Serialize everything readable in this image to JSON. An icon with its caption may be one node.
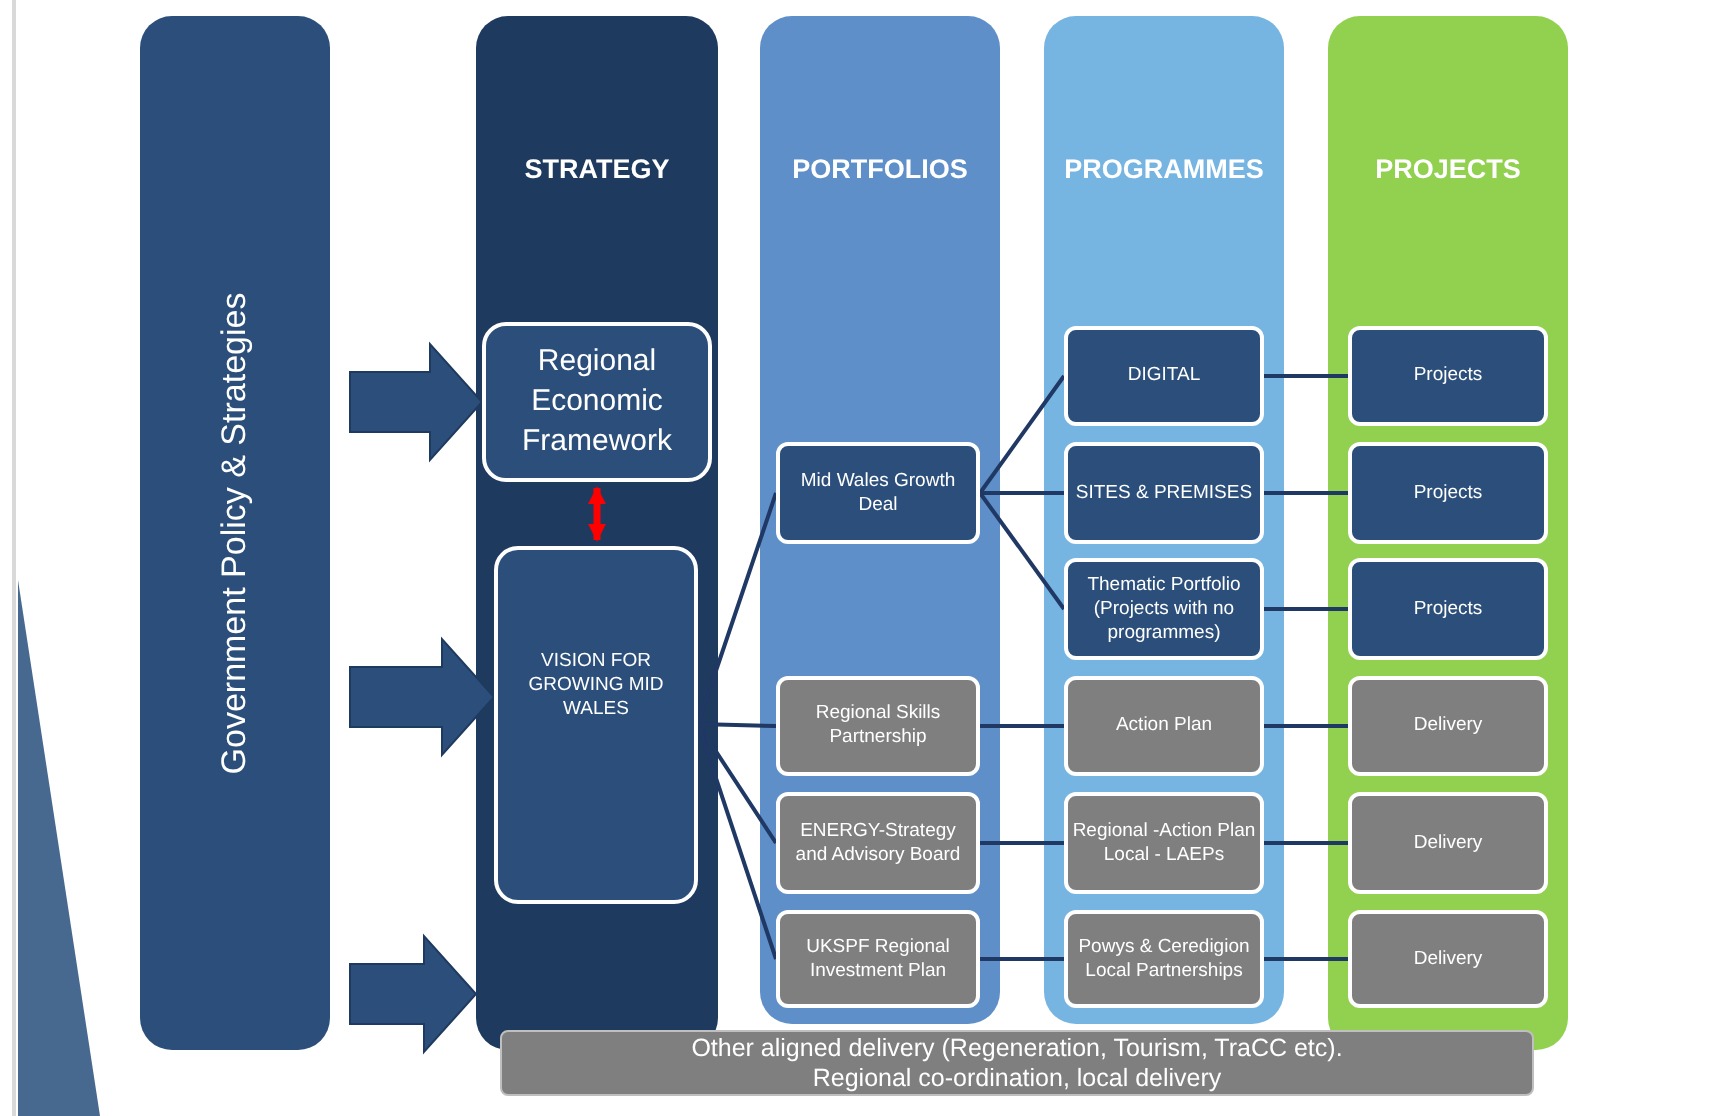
{
  "diagram": {
    "nodes": [
      {
        "text": [
          "Government Policy & Strategies"
        ]
      },
      {
        "text": [
          "STRATEGY"
        ]
      },
      {
        "text": [
          "Regional Economic Framework"
        ],
        "in": 1
      },
      {
        "text": [
          "VISION FOR GROWING MID WALES"
        ],
        "in": 1
      },
      {
        "text": [
          "PORTFOLIOS"
        ]
      },
      {
        "text": [
          "Mid Wales Growth Deal"
        ],
        "in": 4
      },
      {
        "text": [
          "Regional Skills Partnership"
        ],
        "in": 4
      },
      {
        "text": [
          "ENERGY-Strategy and Advisory Board"
        ],
        "in": 4
      },
      {
        "text": [
          "UKSPF Regional Investment Plan"
        ],
        "in": 4
      },
      {
        "text": [
          "PROGRAMMES"
        ]
      },
      {
        "text": [
          "DIGITAL"
        ],
        "in": 9
      },
      {
        "text": [
          "SITES & PREMISES"
        ],
        "in": 9
      },
      {
        "text": [
          "Thematic Portfolio (Projects with no programmes)"
        ],
        "in": 9
      },
      {
        "text": [
          "Action Plan"
        ],
        "in": 9
      },
      {
        "text": [
          "Regional -Action Plan Local - LAEPs"
        ],
        "in": 9
      },
      {
        "text": [
          "Powys & Ceredigion Local Partnerships"
        ],
        "in": 9
      },
      {
        "text": [
          "PROJECTS"
        ]
      },
      {
        "text": [
          "Projects"
        ],
        "in": 16
      },
      {
        "text": [
          "Projects"
        ],
        "in": 16
      },
      {
        "text": [
          "Projects"
        ],
        "in": 16
      },
      {
        "text": [
          "Delivery"
        ],
        "in": 16
      },
      {
        "text": [
          "Delivery"
        ],
        "in": 16
      },
      {
        "text": [
          "Delivery"
        ],
        "in": 16
      },
      {
        "text": [
          "Other aligned delivery (Regeneration, Tourism, TraCC etc).",
          "Regional co-ordination, local delivery"
        ]
      }
    ],
    "edges": [
      {
        "from": 0,
        "to": 2,
        "arrow": "to",
        "style": "thick"
      },
      {
        "from": 0,
        "to": 3,
        "arrow": "to",
        "style": "thick"
      },
      {
        "from": 0,
        "to": 1,
        "arrow": "to",
        "style": "thick"
      },
      {
        "from": 2,
        "to": 3,
        "arrow": "both",
        "color": "#ff0000"
      },
      {
        "from": 3,
        "to": 5,
        "arrow": "none"
      },
      {
        "from": 3,
        "to": 6,
        "arrow": "none"
      },
      {
        "from": 3,
        "to": 7,
        "arrow": "none"
      },
      {
        "from": 3,
        "to": 8,
        "arrow": "none"
      },
      {
        "from": 5,
        "to": 10,
        "arrow": "none"
      },
      {
        "from": 5,
        "to": 11,
        "arrow": "none"
      },
      {
        "from": 5,
        "to": 12,
        "arrow": "none"
      },
      {
        "from": 10,
        "to": 17,
        "arrow": "none"
      },
      {
        "from": 11,
        "to": 18,
        "arrow": "none"
      },
      {
        "from": 12,
        "to": 19,
        "arrow": "none"
      },
      {
        "from": 6,
        "to": 13,
        "arrow": "none"
      },
      {
        "from": 13,
        "to": 20,
        "arrow": "none"
      },
      {
        "from": 7,
        "to": 14,
        "arrow": "none"
      },
      {
        "from": 14,
        "to": 21,
        "arrow": "none"
      },
      {
        "from": 8,
        "to": 15,
        "arrow": "none"
      },
      {
        "from": 15,
        "to": 22,
        "arrow": "none"
      }
    ]
  }
}
